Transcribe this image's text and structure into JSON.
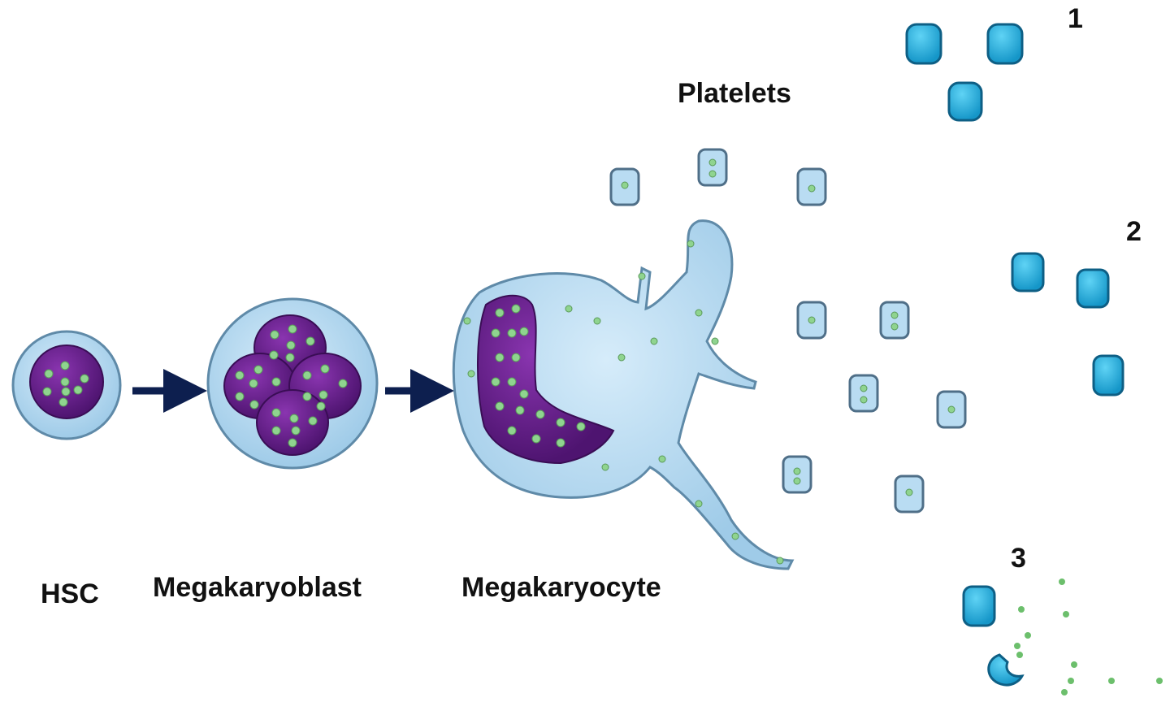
{
  "labels": {
    "hsc": "HSC",
    "megakaryoblast": "Megakaryoblast",
    "megakaryocyte": "Megakaryocyte",
    "platelets": "Platelets"
  },
  "markers": {
    "one": "1",
    "two": "2",
    "three": "3"
  },
  "colors": {
    "cytoplasm": "#b9dcf2",
    "nucleus": "#6a1f8f",
    "granule": "#8fd48f",
    "arrow": "#0d1f4f",
    "activated_platelet": "#29b6e6"
  }
}
